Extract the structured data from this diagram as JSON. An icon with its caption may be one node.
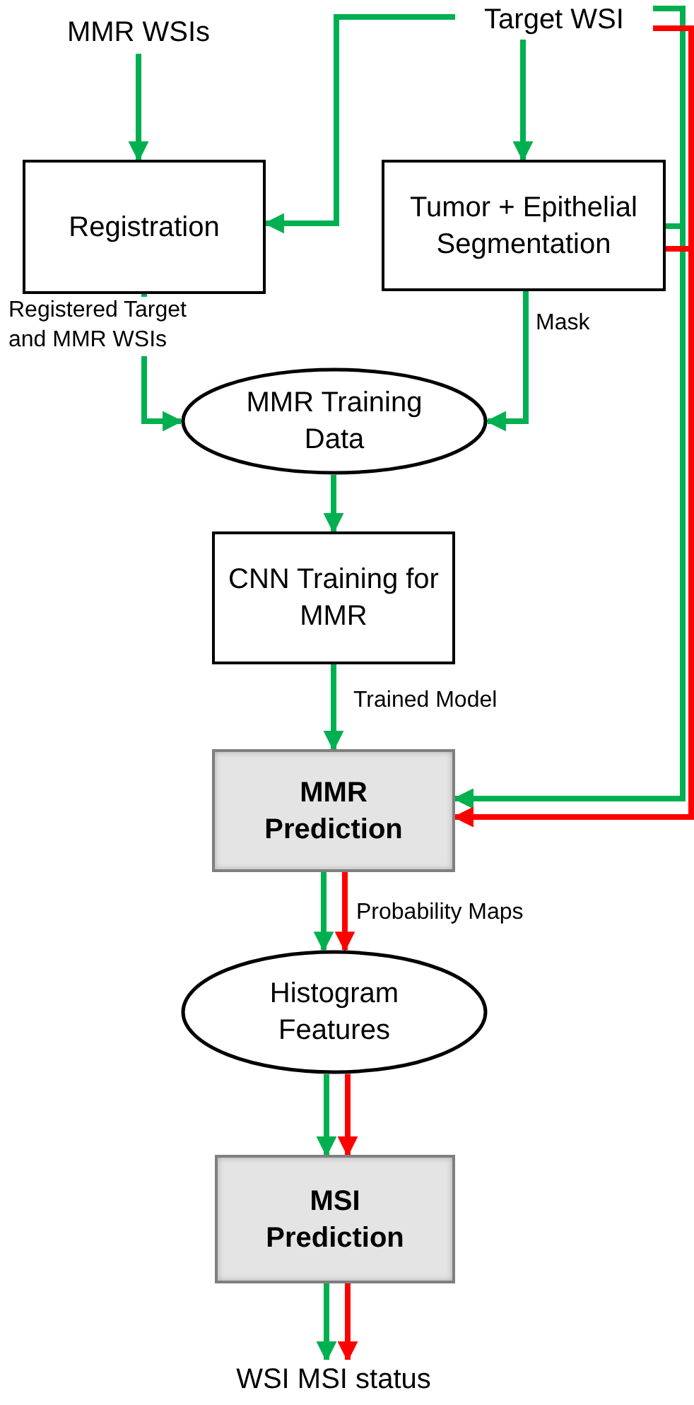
{
  "diagram": {
    "nodes": [
      {
        "text": [
          "MMR WSIs"
        ]
      },
      {
        "text": [
          "Target WSI"
        ]
      },
      {
        "text": [
          "Registration"
        ]
      },
      {
        "text": [
          "Tumor + Epithelial Segmentation"
        ]
      },
      {
        "text": [
          "MMR Training Data"
        ]
      },
      {
        "text": [
          "CNN Training for MMR"
        ]
      },
      {
        "text": [
          "MMR Prediction"
        ]
      },
      {
        "text": [
          "Histogram Features"
        ]
      },
      {
        "text": [
          "MSI Prediction"
        ]
      },
      {
        "text": [
          "WSI MSI status"
        ]
      }
    ],
    "edges": [
      {
        "from": 0,
        "to": 2,
        "arrow": "to"
      },
      {
        "from": 1,
        "to": 2,
        "arrow": "to"
      },
      {
        "from": 1,
        "to": 3,
        "arrow": "to"
      },
      {
        "from": 2,
        "to": 4,
        "arrow": "to",
        "label": "Registered Target and MMR WSIs"
      },
      {
        "from": 3,
        "to": 4,
        "arrow": "to",
        "label": "Mask"
      },
      {
        "from": 4,
        "to": 5,
        "arrow": "to"
      },
      {
        "from": 5,
        "to": 6,
        "arrow": "to",
        "label": "Trained Model"
      },
      {
        "from": 1,
        "to": 6,
        "arrow": "to"
      },
      {
        "from": 3,
        "to": 6,
        "arrow": "to"
      },
      {
        "from": 1,
        "to": 6,
        "arrow": "to",
        "color": "#ff0000"
      },
      {
        "from": 3,
        "to": 6,
        "arrow": "to",
        "color": "#ff0000"
      },
      {
        "from": 6,
        "to": 7,
        "arrow": "to"
      },
      {
        "from": 6,
        "to": 7,
        "arrow": "to",
        "color": "#ff0000",
        "label": "Probability Maps"
      },
      {
        "from": 7,
        "to": 8,
        "arrow": "to"
      },
      {
        "from": 7,
        "to": 8,
        "arrow": "to",
        "color": "#ff0000"
      },
      {
        "from": 8,
        "to": 9,
        "arrow": "to"
      },
      {
        "from": 8,
        "to": 9,
        "arrow": "to",
        "color": "#ff0000"
      }
    ]
  }
}
